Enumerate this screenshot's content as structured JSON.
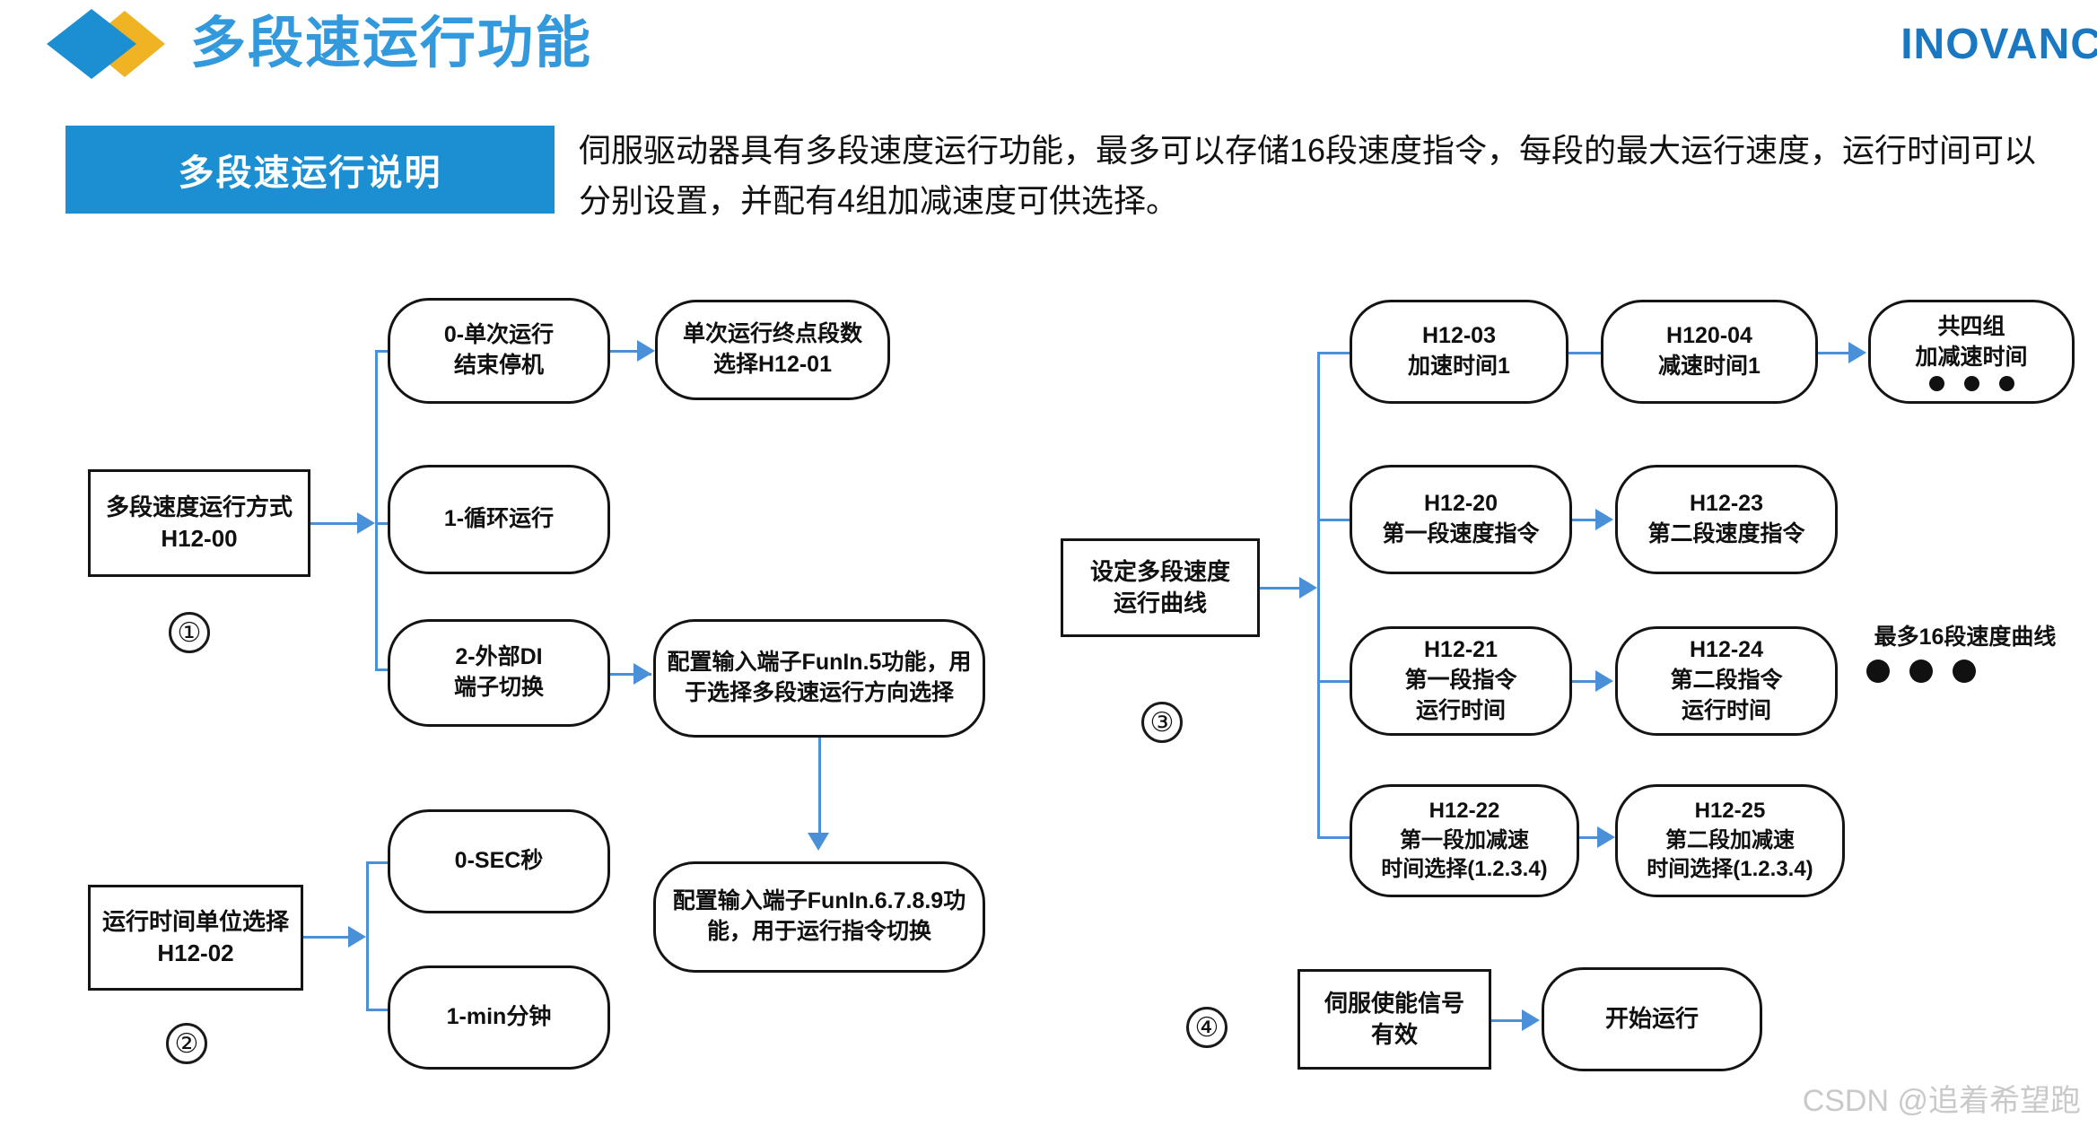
{
  "header": {
    "title": "多段速运行功能",
    "brand": "INOVANC",
    "logo_icon": "diamond-logo-icon"
  },
  "banner": {
    "label": "多段速运行说明",
    "color": "#1b8fd1",
    "description": "伺服驱动器具有多段速度运行功能，最多可以存储16段速度指令，每段的最大运行速度，运行时间可以分别设置，并配有4组加减速度可供选择。"
  },
  "flow": {
    "accent_color": "#4a90d9",
    "section1": {
      "marker": "①",
      "source": "多段速度运行方式\nH12-00",
      "branches": [
        {
          "label": "0-单次运行\n结束停机",
          "next": "单次运行终点段数\n选择H12-01"
        },
        {
          "label": "1-循环运行"
        },
        {
          "label": "2-外部DI\n端子切换",
          "next": "配置输入端子FunIn.5功能，用\n于选择多段速运行方向选择"
        }
      ],
      "sub_node": "配置输入端子FunIn.6.7.8.9功\n能，用于运行指令切换"
    },
    "section2": {
      "marker": "②",
      "source": "运行时间单位选择\nH12-02",
      "branches": [
        {
          "label": "0-SEC秒"
        },
        {
          "label": "1-min分钟"
        }
      ]
    },
    "section3": {
      "marker": "③",
      "source": "设定多段速度\n运行曲线",
      "rows": [
        {
          "first": "H12-03\n加速时间1",
          "second": "H120-04\n减速时间1",
          "third": "共四组\n加减速时间"
        },
        {
          "first": "H12-20\n第一段速度指令",
          "second": "H12-23\n第二段速度指令"
        },
        {
          "first": "H12-21\n第一段指令\n运行时间",
          "second": "H12-24\n第二段指令\n运行时间"
        },
        {
          "first": "H12-22\n第一段加减速\n时间选择(1.2.3.4)",
          "second": "H12-25\n第二段加减速\n时间选择(1.2.3.4)"
        }
      ],
      "note": "最多16段速度曲线"
    },
    "section4": {
      "marker": "④",
      "source": "伺服使能信号\n有效",
      "target": "开始运行"
    }
  },
  "watermark": "CSDN @追着希望跑"
}
